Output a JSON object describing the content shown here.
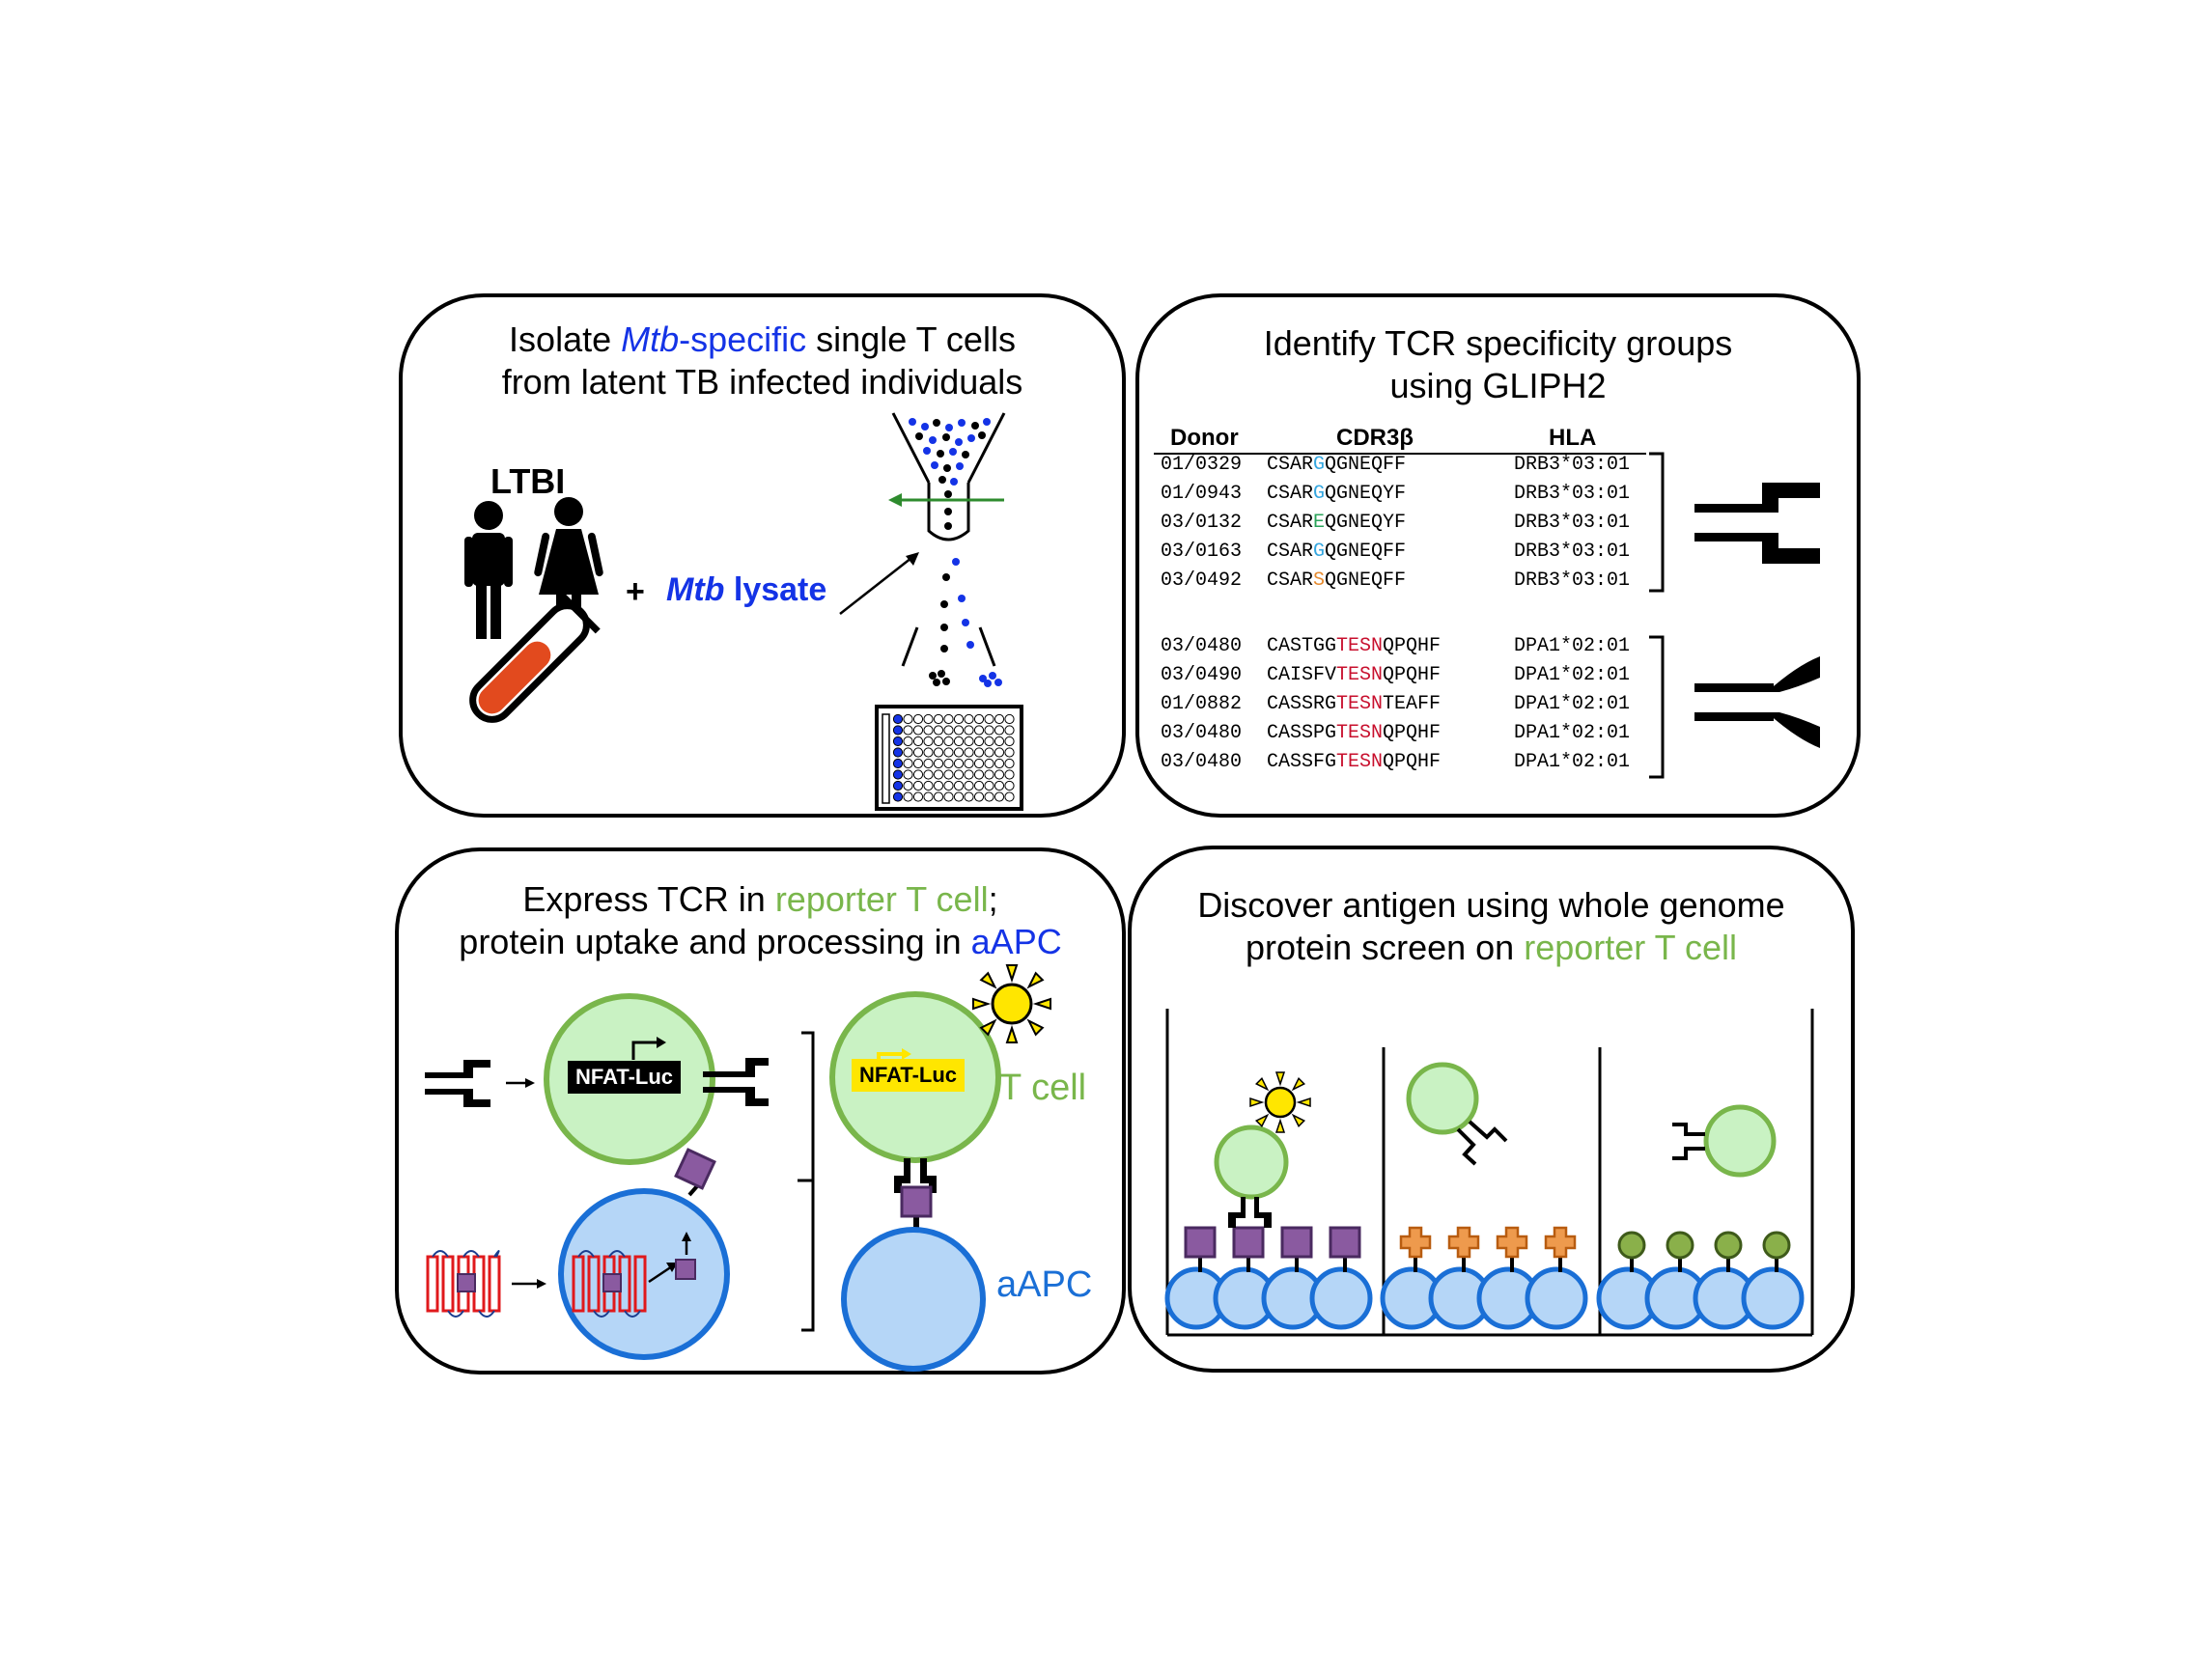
{
  "panel1": {
    "title_line1_pre": "Isolate ",
    "title_line1_mtb": "Mtb",
    "title_line1_specific": "-specific",
    "title_line1_post": " single T cells",
    "title_line2": "from latent TB infected individuals",
    "ltbi_label": "LTBI",
    "plus": "+",
    "lysate_mtb": "Mtb",
    "lysate_label": " lysate"
  },
  "panel2": {
    "title_line1": "Identify TCR specificity groups",
    "title_line2": "using GLIPH2",
    "headers": {
      "donor": "Donor",
      "cdr3": "CDR3β",
      "hla": "HLA"
    },
    "group1": [
      {
        "donor": "01/0329",
        "pre": "CSAR",
        "hl": "G",
        "post": "QGNEQFF",
        "hla": "DRB3*03:01",
        "color": "#35a7e0"
      },
      {
        "donor": "01/0943",
        "pre": "CSAR",
        "hl": "G",
        "post": "QGNEQYF",
        "hla": "DRB3*03:01",
        "color": "#35a7e0"
      },
      {
        "donor": "03/0132",
        "pre": "CSAR",
        "hl": "E",
        "post": "QGNEQYF",
        "hla": "DRB3*03:01",
        "color": "#2aa35a"
      },
      {
        "donor": "03/0163",
        "pre": "CSAR",
        "hl": "G",
        "post": "QGNEQFF",
        "hla": "DRB3*03:01",
        "color": "#35a7e0"
      },
      {
        "donor": "03/0492",
        "pre": "CSAR",
        "hl": "S",
        "post": "QGNEQFF",
        "hla": "DRB3*03:01",
        "color": "#e68a2e"
      }
    ],
    "group2": [
      {
        "donor": "03/0480",
        "pre": "CASTGG",
        "hl": "TESN",
        "post": "QPQHF",
        "hla": "DPA1*02:01",
        "color": "#c8102e"
      },
      {
        "donor": "03/0490",
        "pre": "CAISFV",
        "hl": "TESN",
        "post": "QPQHF",
        "hla": "DPA1*02:01",
        "color": "#c8102e"
      },
      {
        "donor": "01/0882",
        "pre": "CASSRG",
        "hl": "TESN",
        "post": "TEAFF",
        "hla": "DPA1*02:01",
        "color": "#c8102e"
      },
      {
        "donor": "03/0480",
        "pre": "CASSPG",
        "hl": "TESN",
        "post": "QPQHF",
        "hla": "DPA1*02:01",
        "color": "#c8102e"
      },
      {
        "donor": "03/0480",
        "pre": "CASSFG",
        "hl": "TESN",
        "post": "QPQHF",
        "hla": "DPA1*02:01",
        "color": "#c8102e"
      }
    ]
  },
  "panel3": {
    "title_line1_pre": "Express TCR in ",
    "title_line1_green": "reporter T cell",
    "title_line1_post": ";",
    "title_line2_pre": "protein uptake and processing in ",
    "title_line2_blue": "aAPC",
    "nfat_label": "NFAT-Luc",
    "tcell_label": "T cell",
    "aapc_label": "aAPC"
  },
  "panel4": {
    "title_line1": "Discover antigen using whole genome",
    "title_line2_pre": "protein screen on ",
    "title_line2_green": "reporter T cell"
  },
  "colors": {
    "tcell_fill": "#c9f2c3",
    "tcell_stroke": "#79b64b",
    "apc_fill": "#b5d6f7",
    "apc_stroke": "#1a6fd6",
    "antigen": "#8a5aa0",
    "sun": "#ffe600",
    "orange": "#ee9a4d",
    "olive": "#8ab04a",
    "tube_red": "#e24a1e"
  }
}
